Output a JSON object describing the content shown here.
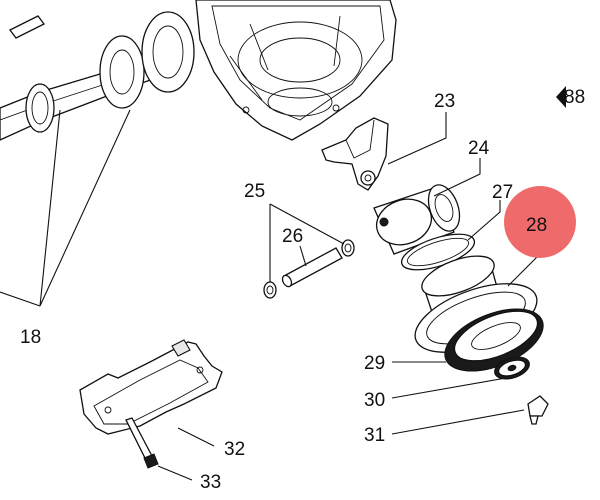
{
  "labels": {
    "p18": "18",
    "p23": "23",
    "p24": "24",
    "p25": "25",
    "p26": "26",
    "p27": "27",
    "p28": "28",
    "p29": "29",
    "p30": "30",
    "p31": "31",
    "p32": "32",
    "p33": "33",
    "p88": "88"
  },
  "colors": {
    "highlight": "#ef6b6b",
    "line": "#111111",
    "background": "#ffffff"
  }
}
